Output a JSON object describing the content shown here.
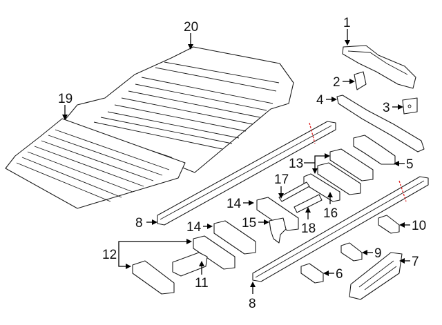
{
  "callouts": [
    {
      "id": "c1",
      "text": "1"
    },
    {
      "id": "c2",
      "text": "2"
    },
    {
      "id": "c3",
      "text": "3"
    },
    {
      "id": "c4",
      "text": "4"
    },
    {
      "id": "c5",
      "text": "5"
    },
    {
      "id": "c6",
      "text": "6"
    },
    {
      "id": "c7",
      "text": "7"
    },
    {
      "id": "c8a",
      "text": "8"
    },
    {
      "id": "c8b",
      "text": "8"
    },
    {
      "id": "c9",
      "text": "9"
    },
    {
      "id": "c10",
      "text": "10"
    },
    {
      "id": "c11",
      "text": "11"
    },
    {
      "id": "c12",
      "text": "12"
    },
    {
      "id": "c13",
      "text": "13"
    },
    {
      "id": "c14a",
      "text": "14"
    },
    {
      "id": "c14b",
      "text": "14"
    },
    {
      "id": "c15",
      "text": "15"
    },
    {
      "id": "c16",
      "text": "16"
    },
    {
      "id": "c17",
      "text": "17"
    },
    {
      "id": "c18",
      "text": "18"
    },
    {
      "id": "c19",
      "text": "19"
    },
    {
      "id": "c20",
      "text": "20"
    }
  ]
}
